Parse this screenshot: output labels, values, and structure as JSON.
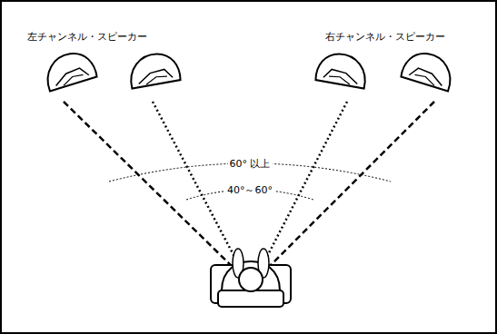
{
  "diagram": {
    "labels": [
      "左チャンネル・スピーカー",
      "右チャンネル・スピーカー",
      "60° 以上",
      "40°～60°"
    ]
  }
}
